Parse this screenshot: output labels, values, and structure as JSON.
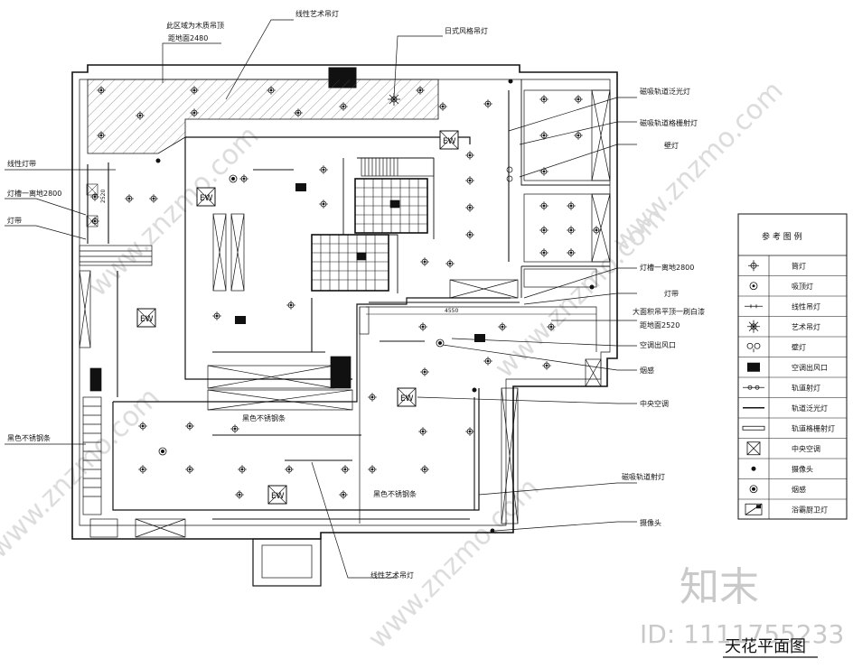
{
  "drawing": {
    "title": "天花平面图",
    "watermark_brand": "知末",
    "watermark_id": "ID: 1111755233",
    "watermark_site": "www.znzmo.com",
    "dims": {
      "d2520": "2520",
      "d4550": "4550"
    }
  },
  "callouts": {
    "wood_ceiling_1": "此区域为木质吊顶",
    "wood_ceiling_2": "距地面2480",
    "linear_art_lamp_top": "线性艺术吊灯",
    "japanese_lamp": "日式风格吊灯",
    "linear_strip": "线性灯带",
    "trough_2800_left": "灯槽一离地2800",
    "strip_left": "灯带",
    "black_steel_left": "黑色不锈钢条",
    "mag_flood": "磁吸轨道泛光灯",
    "mag_grille": "磁吸轨道格栅射灯",
    "wall_lamp": "壁灯",
    "trough_2800_right": "灯槽一离地2800",
    "strip_right": "灯带",
    "gypsum_1": "大面积吊平顶一刷白漆",
    "gypsum_2": "距地面2520",
    "ac_outlet": "空调出风口",
    "smoke": "烟感",
    "central_ac": "中央空调",
    "mag_spot": "磁吸轨道射灯",
    "camera": "摄像头",
    "black_steel_1": "黑色不锈钢条",
    "black_steel_2": "黑色不锈钢条",
    "linear_art_lamp_bottom": "线性艺术吊灯"
  },
  "legend": {
    "title": "参 考 图 例",
    "items": [
      {
        "icon": "downlight-icon",
        "label": "筒灯"
      },
      {
        "icon": "spot-ceiling-icon",
        "label": "吸顶灯"
      },
      {
        "icon": "linear-pendant-icon",
        "label": "线性吊灯"
      },
      {
        "icon": "art-pendant-icon",
        "label": "艺术吊灯"
      },
      {
        "icon": "wall-lamp-icon",
        "label": "壁灯"
      },
      {
        "icon": "ac-outlet-icon",
        "label": "空调出风口"
      },
      {
        "icon": "track-spot-icon",
        "label": "轨道射灯"
      },
      {
        "icon": "track-flood-icon",
        "label": "轨道泛光灯"
      },
      {
        "icon": "track-grille-icon",
        "label": "轨道格栅射灯"
      },
      {
        "icon": "central-ac-icon",
        "label": "中央空调"
      },
      {
        "icon": "camera-icon",
        "label": "摄像头"
      },
      {
        "icon": "smoke-detector-icon",
        "label": "烟感"
      },
      {
        "icon": "bath-heater-icon",
        "label": "浴霸厨卫灯"
      }
    ]
  }
}
